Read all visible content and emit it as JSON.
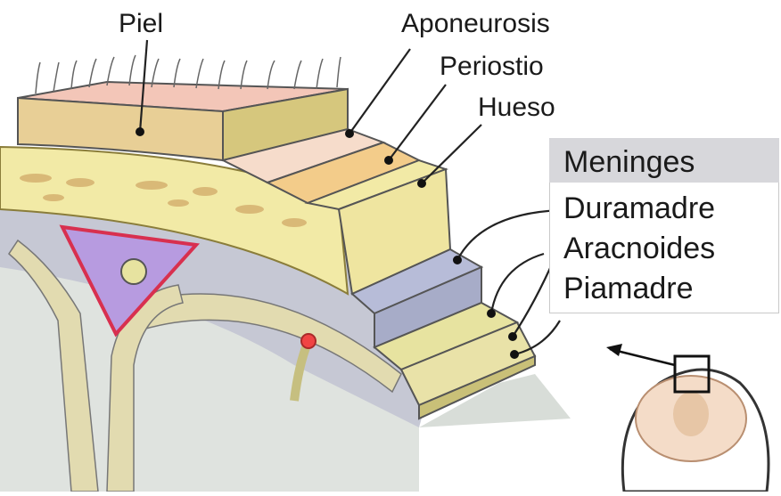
{
  "labels": {
    "piel": "Piel",
    "aponeurosis": "Aponeurosis",
    "periostio": "Periostio",
    "hueso": "Hueso"
  },
  "legend": {
    "title": "Meninges",
    "items": [
      "Duramadre",
      "Aracnoides",
      "Piamadre"
    ]
  },
  "colors": {
    "skin": "#f3c6b8",
    "skin_lower": "#d9d48a",
    "aponeurosis": "#f6dccb",
    "periosteum": "#f3cc8a",
    "bone": "#f2eaa6",
    "bone_spots": "#d9b977",
    "dura": "#b7bcd8",
    "arachnoid": "#e7e3a0",
    "pia": "#e9e2a8",
    "brain": "#cfd6cf",
    "sinus": "#b79be0",
    "sinus_border": "#d8304f",
    "vessel": "#f04444"
  }
}
